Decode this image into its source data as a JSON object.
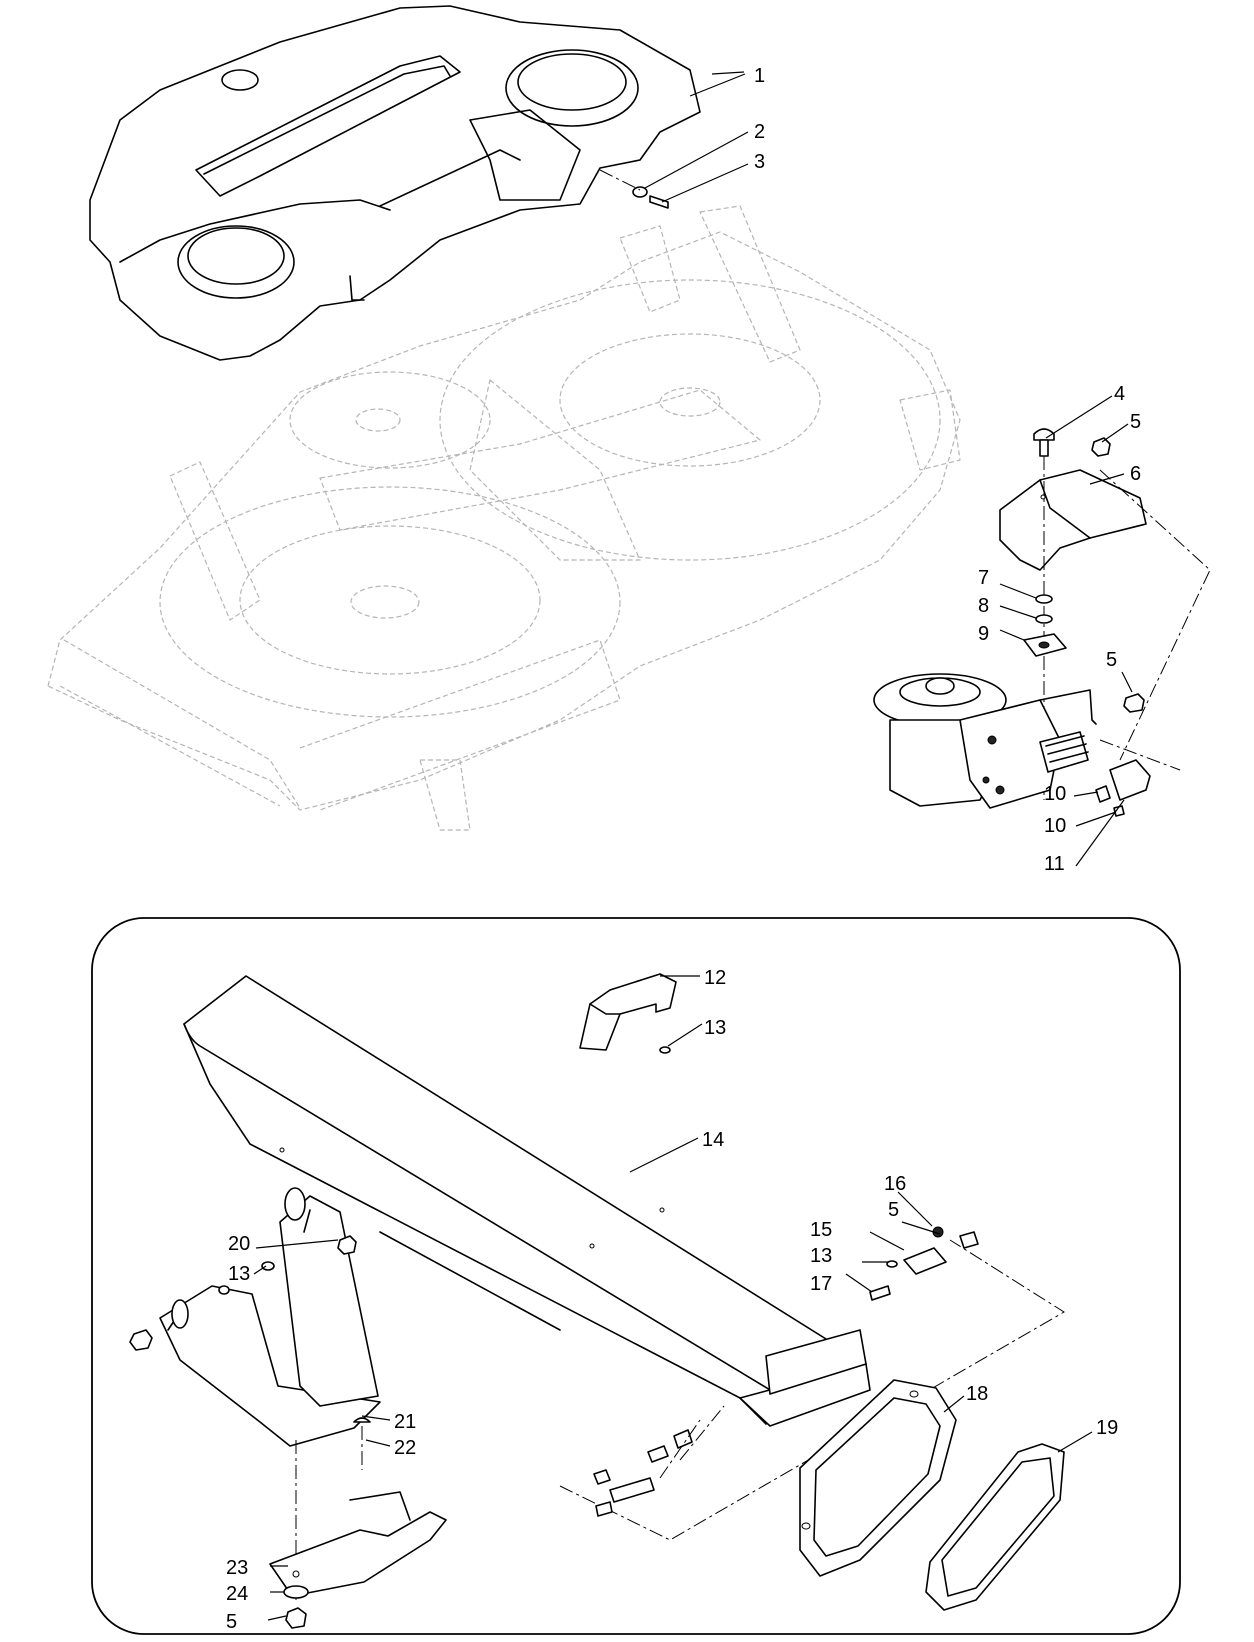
{
  "callouts": [
    {
      "id": "c1",
      "text": "1"
    },
    {
      "id": "c2",
      "text": "2"
    },
    {
      "id": "c3",
      "text": "3"
    },
    {
      "id": "c4",
      "text": "4"
    },
    {
      "id": "c5a",
      "text": "5"
    },
    {
      "id": "c6",
      "text": "6"
    },
    {
      "id": "c7",
      "text": "7"
    },
    {
      "id": "c8",
      "text": "8"
    },
    {
      "id": "c9",
      "text": "9"
    },
    {
      "id": "c5b",
      "text": "5"
    },
    {
      "id": "c10a",
      "text": "10"
    },
    {
      "id": "c10b",
      "text": "10"
    },
    {
      "id": "c11",
      "text": "11"
    },
    {
      "id": "c12",
      "text": "12"
    },
    {
      "id": "c13a",
      "text": "13"
    },
    {
      "id": "c14",
      "text": "14"
    },
    {
      "id": "c16",
      "text": "16"
    },
    {
      "id": "c5c",
      "text": "5"
    },
    {
      "id": "c15",
      "text": "15"
    },
    {
      "id": "c13b",
      "text": "13"
    },
    {
      "id": "c17",
      "text": "17"
    },
    {
      "id": "c20",
      "text": "20"
    },
    {
      "id": "c13c",
      "text": "13"
    },
    {
      "id": "c21",
      "text": "21"
    },
    {
      "id": "c22",
      "text": "22"
    },
    {
      "id": "c18",
      "text": "18"
    },
    {
      "id": "c19",
      "text": "19"
    },
    {
      "id": "c23",
      "text": "23"
    },
    {
      "id": "c24",
      "text": "24"
    },
    {
      "id": "c5d",
      "text": "5"
    }
  ],
  "colors": {
    "line": "#000000",
    "ghost": "#b5b5b5",
    "background": "#ffffff"
  }
}
